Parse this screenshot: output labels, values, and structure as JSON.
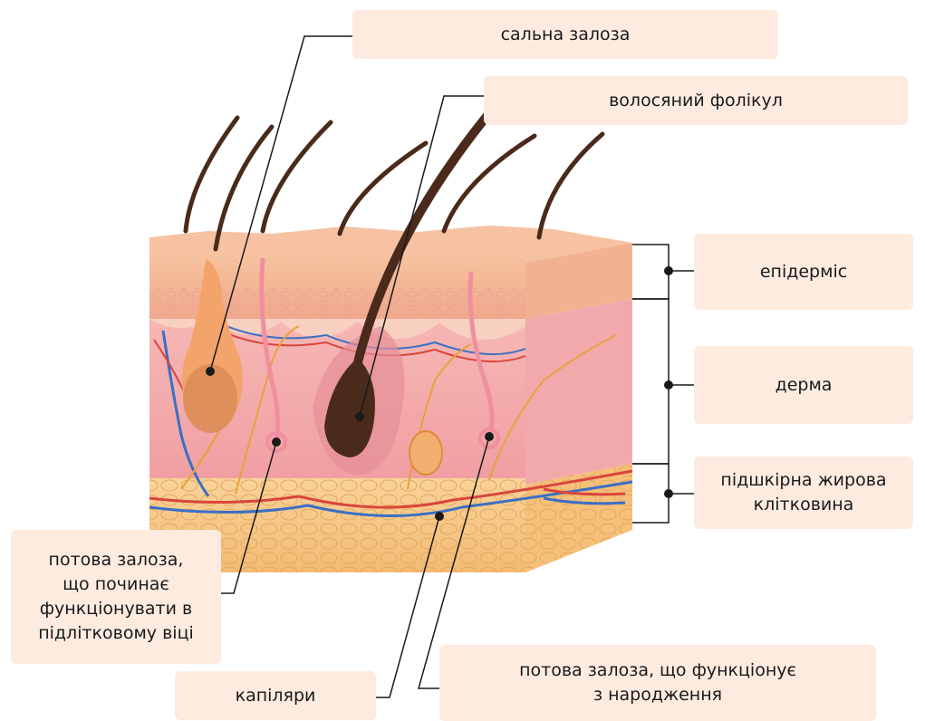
{
  "labels": {
    "sebaceous_gland": "сальна залоза",
    "hair_follicle": "волосяний фолікул",
    "epidermis": "епідерміс",
    "dermis": "дерма",
    "hypodermis": [
      "підшкірна жирова",
      "клітковина"
    ],
    "sweat_gland_teen": [
      "потова залоза,",
      "що починає",
      "функціонувати в",
      "підлітковому віці"
    ],
    "capillaries": "капіляри",
    "sweat_gland_birth": [
      "потова залоза, що функціонує",
      "з народження"
    ]
  },
  "colors": {
    "label_bg": "#fdebe0",
    "epidermis": "#f2b48e",
    "dermis": "#f0a7a8",
    "fat": "#f6c98a",
    "hair": "#4a2a1a",
    "artery": "#d9453d",
    "vein": "#3a6fc4",
    "nerve": "#e8a23a",
    "leader_line": "#1a1a1a"
  }
}
